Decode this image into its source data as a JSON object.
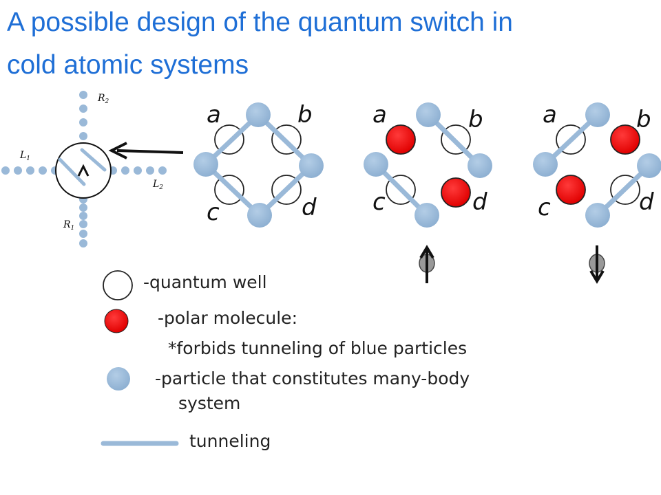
{
  "title": {
    "line1": "A possible design of the quantum switch in",
    "line2": "cold atomic systems"
  },
  "colors": {
    "title": "#1f6fd6",
    "particle": "#9ab9d8",
    "tunneling": "#9ab9d8",
    "polar_molecule": "#f01010",
    "well_stroke": "#222222",
    "arrow": "#111111"
  },
  "switch_diagram": {
    "labels": {
      "r2": "R",
      "r2_sub": "2",
      "l1": "L",
      "l1_sub": "1",
      "l2": "L",
      "l2_sub": "2",
      "r1": "R",
      "r1_sub": "1"
    }
  },
  "rings": [
    {
      "labels": {
        "a": "a",
        "b": "b",
        "c": "c",
        "d": "d"
      },
      "molecules": []
    },
    {
      "labels": {
        "a": "a",
        "b": "b",
        "c": "c",
        "d": "d"
      },
      "molecules": [
        "a",
        "d"
      ],
      "arrow": "up"
    },
    {
      "labels": {
        "a": "a",
        "b": "b",
        "c": "c",
        "d": "d"
      },
      "molecules": [
        "b",
        "c"
      ],
      "arrow": "down"
    }
  ],
  "legend": {
    "quantum_well": "-quantum well",
    "polar_molecule": "-polar molecule:",
    "forbids": "*forbids tunneling of blue particles",
    "particle_line1": "-particle that constitutes many-body",
    "particle_line2": "system",
    "tunneling": "tunneling"
  }
}
